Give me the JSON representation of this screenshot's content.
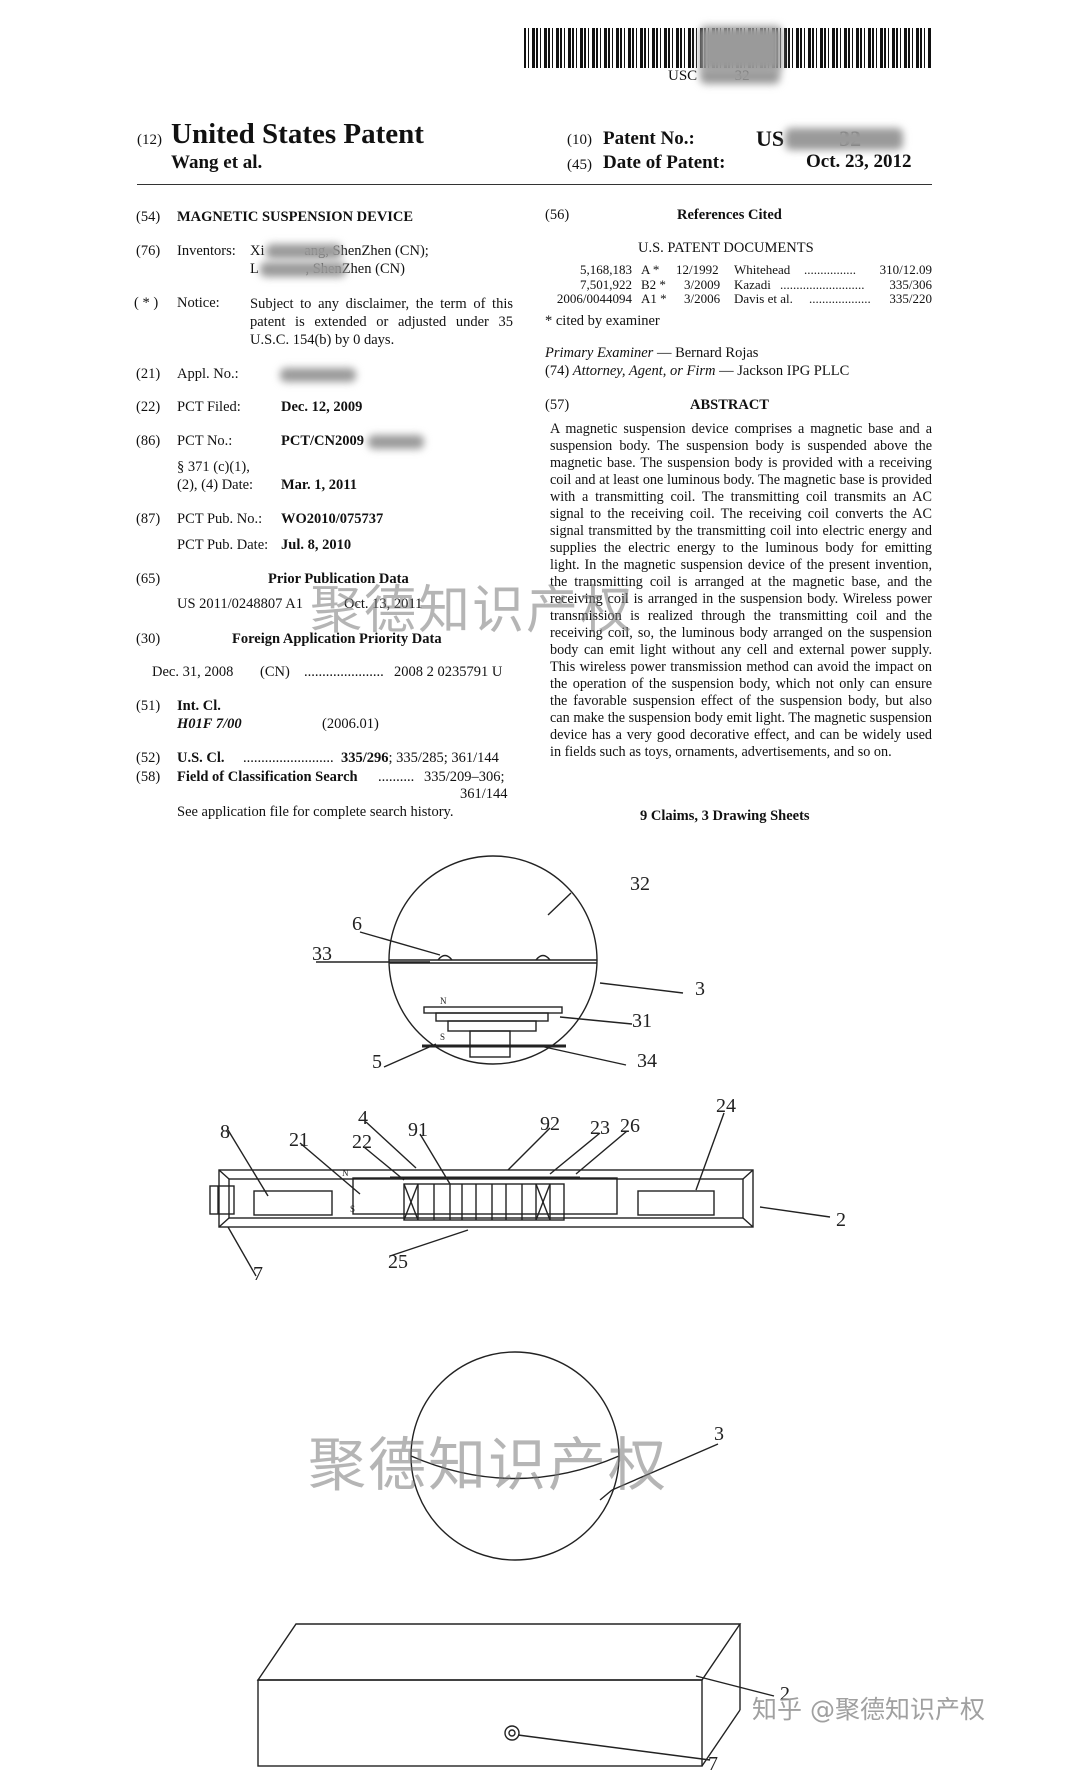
{
  "header": {
    "barcode_text": "USC          32",
    "code_12": "(12)",
    "doc_type": "United States Patent",
    "inventor_short": "Wang et al.",
    "code_10": "(10)",
    "patent_no_label": "Patent No.:",
    "patent_no_value": "US          32",
    "code_45": "(45)",
    "date_label": "Date of Patent:",
    "date_value": "Oct. 23, 2012"
  },
  "left": {
    "title_code": "(54)",
    "title": "MAGNETIC SUSPENSION DEVICE",
    "inv_code": "(76)",
    "inv_label": "Inventors:",
    "inv_line1": "Xi           ang, ShenZhen (CN);",
    "inv_line2": "L             , ShenZhen (CN)",
    "notice_code": "( * )",
    "notice_label": "Notice:",
    "notice_text": "Subject to any disclaimer, the term of this patent is extended or adjusted under 35 U.S.C. 154(b) by 0 days.",
    "appl_code": "(21)",
    "appl_label": "Appl. No.:",
    "pct_filed_code": "(22)",
    "pct_filed_label": "PCT Filed:",
    "pct_filed_value": "Dec. 12, 2009",
    "pct_no_code": "(86)",
    "pct_no_label": "PCT No.:",
    "pct_no_value": "PCT/CN2009",
    "s371_label1": "§ 371 (c)(1),",
    "s371_label2": "(2), (4) Date:",
    "s371_value": "Mar. 1, 2011",
    "pub_no_code": "(87)",
    "pub_no_label": "PCT Pub. No.:",
    "pub_no_value": "WO2010/075737",
    "pub_date_label": "PCT Pub. Date:",
    "pub_date_value": "Jul. 8, 2010",
    "prior_code": "(65)",
    "prior_heading": "Prior Publication Data",
    "prior_no": "US 2011/0248807 A1",
    "prior_date": "Oct. 13, 2011",
    "foreign_code": "(30)",
    "foreign_heading": "Foreign Application Priority Data",
    "foreign_date": "Dec. 31, 2008",
    "foreign_country": "(CN)",
    "foreign_dots": "......................",
    "foreign_no": "2008 2 0235791 U",
    "intcl_code": "(51)",
    "intcl_label": "Int. Cl.",
    "intcl_class": "H01F 7/00",
    "intcl_year": "(2006.01)",
    "uscl_code": "(52)",
    "uscl_label": "U.S. Cl.",
    "uscl_dots": ".........................",
    "uscl_main": "335/296",
    "uscl_rest": "; 335/285; 361/144",
    "field_code": "(58)",
    "field_label": "Field of Classification Search",
    "field_dots": "..........",
    "field_value1": "335/209–306;",
    "field_value2": "361/144",
    "field_note": "See application file for complete search history."
  },
  "right": {
    "refs_code": "(56)",
    "refs_heading": "References Cited",
    "us_docs_heading": "U.S. PATENT DOCUMENTS",
    "refs": [
      {
        "no": "5,168,183",
        "kind": "A  *",
        "date": "12/1992",
        "name": "Whitehead",
        "dots": "................",
        "cls": "310/12.09"
      },
      {
        "no": "7,501,922",
        "kind": "B2 *",
        "date": "3/2009",
        "name": "Kazadi",
        "dots": "..........................",
        "cls": "335/306"
      },
      {
        "no": "2006/0044094",
        "kind": "A1 *",
        "date": "3/2006",
        "name": "Davis et al.",
        "dots": "...................",
        "cls": "335/220"
      }
    ],
    "cited_note": "* cited by examiner",
    "examiner_label": "Primary Examiner",
    "examiner_value": " — Bernard Rojas",
    "attorney_code": "(74)",
    "attorney_label": "Attorney, Agent, or Firm",
    "attorney_value": " — Jackson IPG PLLC",
    "abstract_code": "(57)",
    "abstract_heading": "ABSTRACT",
    "abstract_text": "A magnetic suspension device comprises a magnetic base and a suspension body. The suspension body is suspended above the magnetic base. The suspension body is provided with a receiving coil and at least one luminous body. The magnetic base is provided with a transmitting coil. The transmitting coil transmits an AC signal to the receiving coil. The receiving coil converts the AC signal transmitted by the transmitting coil into electric energy and supplies the electric energy to the luminous body for emitting light. In the magnetic suspension device of the present invention, the transmitting coil is arranged at the magnetic base, and the receiving coil is arranged in the suspension body. Wireless power transmission is realized through the transmitting coil and the receiving coil, so, the luminous body arranged on the suspension body can emit light without any cell and external power supply. This wireless power transmission method can avoid the impact on the operation of the suspension body, which not only can ensure the favorable suspension effect of the suspension body, but also can make the suspension body emit light. The magnetic suspension device has a very good decorative effect, and can be widely used in fields such as toys, ornaments, advertisements, and so on.",
    "claims": "9 Claims, 3 Drawing Sheets"
  },
  "drawing": {
    "labels": {
      "l32": "32",
      "l6": "6",
      "l33": "33",
      "l3": "3",
      "l31": "31",
      "l5": "5",
      "l34": "34",
      "l4": "4",
      "l8": "8",
      "l21": "21",
      "l22": "22",
      "l91": "91",
      "l92": "92",
      "l23": "23",
      "l26": "26",
      "l24": "24",
      "l2": "2",
      "l7": "7",
      "l25": "25",
      "n": "N",
      "s": "S",
      "l3b": "3",
      "l2b": "2",
      "l7b": "7"
    }
  },
  "watermarks": {
    "wm1": "聚德知识产权",
    "wm2": "聚德知识产权",
    "corner": "知乎 @聚德知识产权"
  }
}
